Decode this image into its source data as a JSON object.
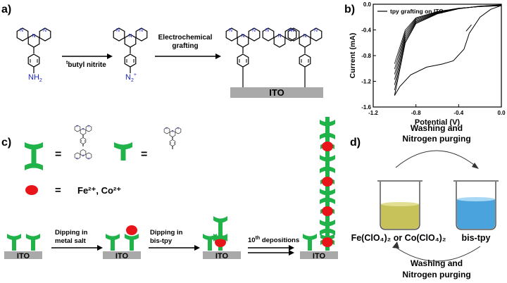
{
  "panel_a": {
    "label": "a)",
    "step1_sup": "t",
    "step1_rest": "butyl nitrite",
    "step2_line1": "Electrochemical",
    "step2_line2": "grafting",
    "amine": "NH",
    "amine_sub": "2",
    "diazo": "N",
    "diazo_sub": "2",
    "diazo_sup": "+",
    "substrate": "ITO"
  },
  "panel_b": {
    "label": "b)",
    "chart_data": {
      "type": "line",
      "xlabel": "Potential (V)",
      "ylabel": "Current (mA)",
      "xlim": [
        -1.2,
        0.0
      ],
      "ylim": [
        -1.6,
        0.0
      ],
      "x_ticks": [
        "-1.2",
        "-0.8",
        "-0.4",
        "0.0"
      ],
      "y_ticks": [
        "0.0",
        "-0.4",
        "-0.8",
        "-1.2",
        "-1.6"
      ],
      "legend": "tpy grafting on ITO",
      "legend_position": "top-left",
      "series": [
        {
          "name": "tpy grafting on ITO",
          "x": [
            0.0,
            -0.1,
            -0.2,
            -0.3,
            -0.35,
            -0.45,
            -0.55,
            -0.7,
            -0.85,
            -0.95,
            -1.0
          ],
          "y": [
            -0.02,
            -0.08,
            -0.2,
            -0.45,
            -0.7,
            -0.88,
            -0.93,
            -0.98,
            -1.1,
            -1.28,
            -1.42
          ]
        },
        {
          "name": "",
          "x": [
            -1.0,
            -0.9,
            -0.8,
            -0.6,
            -0.4,
            -0.2,
            0.0
          ],
          "y": [
            -1.42,
            -0.6,
            -0.3,
            -0.15,
            -0.07,
            -0.03,
            -0.01
          ]
        }
      ]
    }
  },
  "panel_c": {
    "label": "c)",
    "eq": "=",
    "metal_ions": "Fe²⁺, Co²⁺",
    "step1_line1": "Dipping in",
    "step1_line2": "metal salt",
    "step2_line1": "Dipping in",
    "step2_line2": "bis-tpy",
    "step3_pre": "10",
    "step3_sup": "th",
    "step3_post": " depositions",
    "substrate": "ITO",
    "colors": {
      "ligand": "#1fb34a",
      "metal": "#e8141a",
      "substrate": "#a9a9a9"
    }
  },
  "panel_d": {
    "label": "d)",
    "top_line1": "Washing and",
    "top_line2": "Nitrogen purging",
    "bottom_line1": "Washing and",
    "bottom_line2": "Nitrogen purging",
    "left_beaker": "Fe(ClO₄)₂ or Co(ClO₄)₂",
    "right_beaker": "bis-tpy"
  }
}
